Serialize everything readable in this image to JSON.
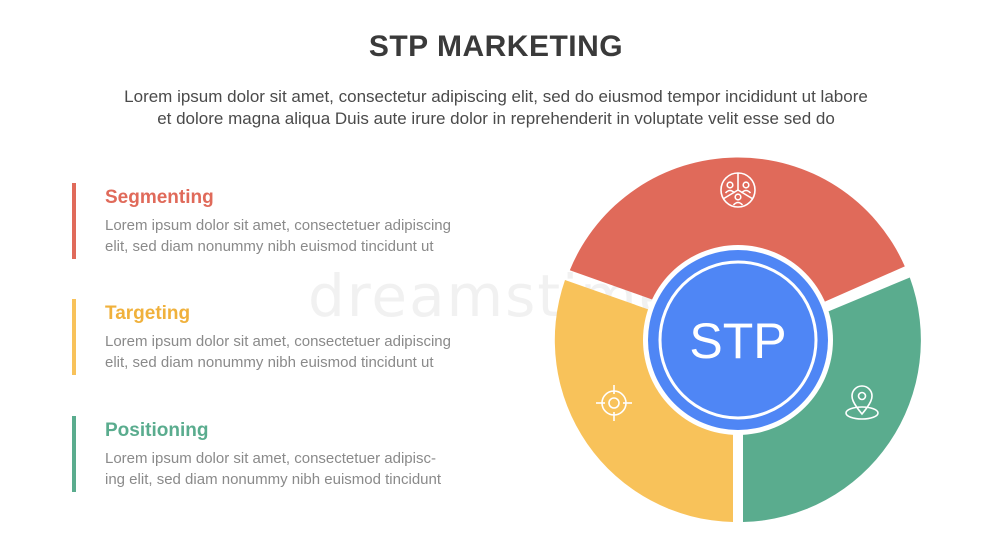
{
  "title": "STP MARKETING",
  "subtitle": {
    "line1": "Lorem ipsum dolor sit amet, consectetur adipiscing elit, sed do eiusmod tempor incididunt ut labore",
    "line2": "et dolore magna aliqua Duis aute irure dolor in reprehenderit in voluptate velit esse sed do"
  },
  "items": [
    {
      "label": "Segmenting",
      "color": "#e06a5a",
      "desc1": "Lorem ipsum dolor sit amet, consectetuer adipiscing",
      "desc2": "elit, sed diam nonummy nibh euismod tincidunt ut"
    },
    {
      "label": "Targeting",
      "color": "#f8c25a",
      "desc1": "Lorem ipsum dolor sit amet, consectetuer adipiscing",
      "desc2": "elit, sed diam nonummy nibh euismod tincidunt ut"
    },
    {
      "label": "Positioning",
      "color": "#5aac8e",
      "desc1": "Lorem ipsum dolor sit amet, consectetuer adipisc-",
      "desc2": "ing elit, sed diam nonummy nibh euismod tincidunt"
    }
  ],
  "center": {
    "label": "STP",
    "color": "#4f86f5"
  },
  "icons": {
    "segmenting": "users-circle-icon",
    "targeting": "crosshair-target-icon",
    "positioning": "location-pin-icon"
  },
  "watermark": "dreamstime"
}
